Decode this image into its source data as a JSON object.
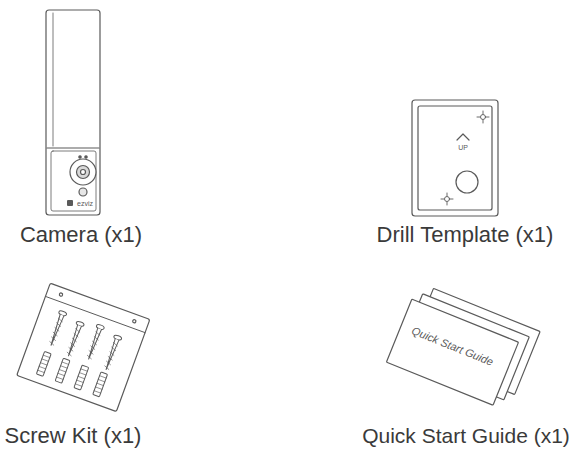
{
  "diagram": {
    "labels": [
      "Camera (x1)",
      "ezviz",
      "Drill Template (x1)",
      "UP",
      "Screw Kit (x1)",
      "Quick Start Guide",
      "Quick Start Guide (x1)"
    ]
  }
}
